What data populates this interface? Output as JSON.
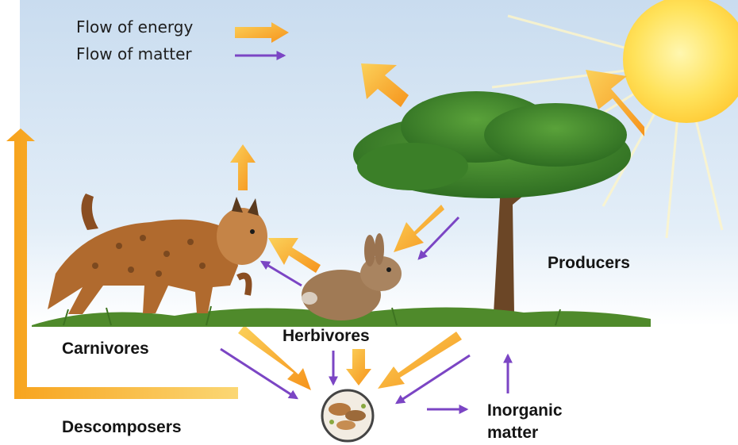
{
  "legend": {
    "energy_label": "Flow of energy",
    "matter_label": "Flow of matter"
  },
  "labels": {
    "producers": "Producers",
    "herbivores": "Herbivores",
    "carnivores": "Carnivores",
    "decomposers": "Descomposers",
    "inorganic_line1": "Inorganic",
    "inorganic_line2": "matter"
  },
  "colors": {
    "energy_arrow": "#f7a21b",
    "matter_arrow": "#7b45c4",
    "sky": "#d6e6f4",
    "sun": "#ffd84a",
    "grass": "#4f8a2b"
  },
  "icons": {
    "sun": "sun-icon",
    "tree": "tree-icon",
    "rabbit": "rabbit-icon",
    "lynx": "lynx-icon",
    "decomposers": "mushroom-dish-icon"
  }
}
